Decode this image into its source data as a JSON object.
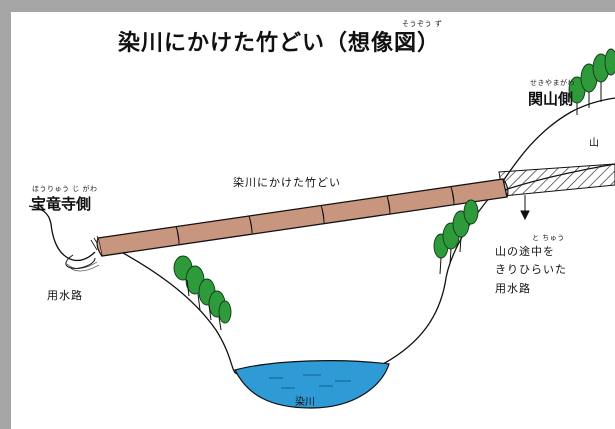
{
  "title": {
    "text": "染川にかけた竹どい（想像図）",
    "ruby": "そうぞう ず"
  },
  "labels": {
    "sekiyama_side": {
      "text": "関山側",
      "ruby": "せきやまがわ"
    },
    "houryuji_side": {
      "text": "宝竜寺側",
      "ruby": "ほうりゅう じ がわ"
    },
    "bamboo_pipe": "染川にかけた竹どい",
    "mountain": "山",
    "cut_channel": {
      "line1": "山の途中を",
      "line2": "きりひらいた",
      "line3": "用水路",
      "ruby": "と ちゅう"
    },
    "left_channel": "用水路",
    "river": "染川"
  },
  "colors": {
    "background": "#a6a6a6",
    "panel": "#ffffff",
    "bamboo_pipe": "#c8957f",
    "river": "#2e9bd6",
    "tree": "#2f9a3c",
    "outline": "#111111"
  }
}
